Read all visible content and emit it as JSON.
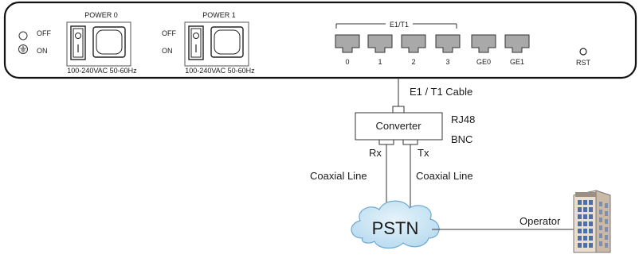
{
  "panel": {
    "power_left": {
      "off": "OFF",
      "on": "ON"
    },
    "power0": {
      "label": "POWER 0",
      "rating": "100-240VAC 50-60Hz"
    },
    "power1": {
      "label": "POWER 1",
      "off": "OFF",
      "on": "ON",
      "rating": "100-240VAC 50-60Hz"
    },
    "e1t1_group": "E1/T1",
    "ports": [
      "0",
      "1",
      "2",
      "3",
      "GE0",
      "GE1"
    ],
    "reset": "RST"
  },
  "cable_label": "E1 / T1 Cable",
  "converter": {
    "label": "Converter",
    "rj48": "RJ48",
    "bnc": "BNC",
    "rx": "Rx",
    "tx": "Tx"
  },
  "coaxial_left": "Coaxial Line",
  "coaxial_right": "Coaxial Line",
  "cloud_label": "PSTN",
  "operator_label": "Operator"
}
